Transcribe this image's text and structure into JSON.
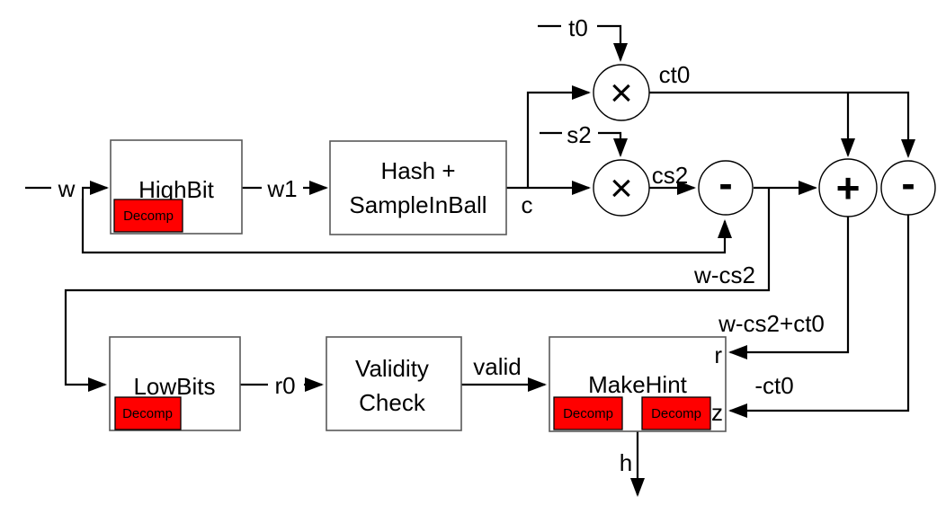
{
  "diagram": {
    "colors": {
      "line": "#000000",
      "box_border": "#595959",
      "box_fill": "#ffffff",
      "decomp_fill": "#ff0000",
      "text": "#000000"
    },
    "blocks": {
      "highbit": {
        "label": "HighBit",
        "decomp": "Decomp"
      },
      "hash": {
        "label_line1": "Hash +",
        "label_line2": "SampleInBall"
      },
      "lowbits": {
        "label": "LowBits",
        "decomp": "Decomp"
      },
      "validity": {
        "label_line1": "Validity",
        "label_line2": "Check"
      },
      "makehint": {
        "label": "MakeHint",
        "decomp_left": "Decomp",
        "decomp_right": "Decomp",
        "port_r": "r",
        "port_z": "z"
      }
    },
    "operators": {
      "mult_t0": "×",
      "mult_s2": "×",
      "sub_w": "-",
      "add_ct0": "+",
      "sub_ct0": "-"
    },
    "signals": {
      "w": "w",
      "w1": "w1",
      "c": "c",
      "t0": "t0",
      "s2": "s2",
      "ct0": "ct0",
      "cs2": "cs2",
      "w_cs2": "w-cs2",
      "r0": "r0",
      "valid": "valid",
      "w_cs2_ct0": "w-cs2+ct0",
      "neg_ct0": "-ct0",
      "h": "h"
    }
  }
}
